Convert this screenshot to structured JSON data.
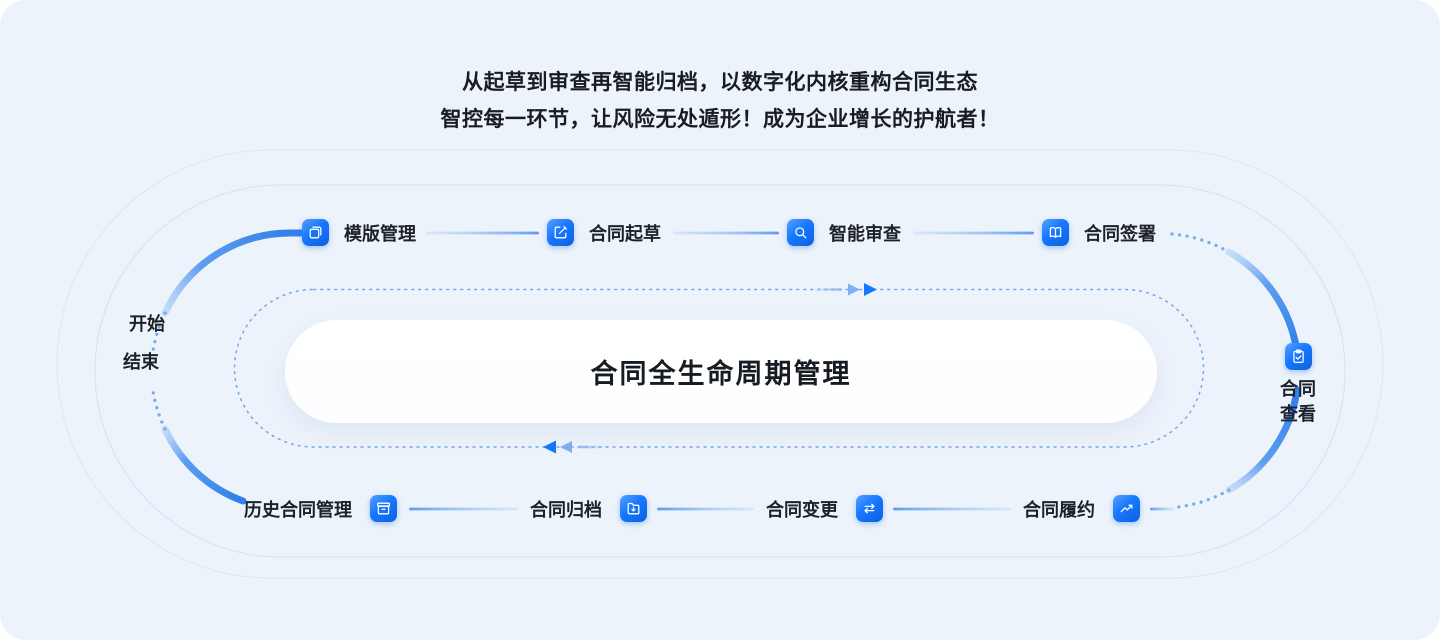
{
  "header": {
    "line1": "从起草到审查再智能归档，以数字化内核重构合同生态",
    "line2": "智控每一环节，让风险无处遁形！成为企业增长的护航者！"
  },
  "diagram": {
    "center_label": "合同全生命周期管理",
    "start_label": "开始",
    "end_label": "结束",
    "top_nodes": [
      {
        "label": "模版管理",
        "icon": "template-icon"
      },
      {
        "label": "合同起草",
        "icon": "draft-icon"
      },
      {
        "label": "智能审查",
        "icon": "review-icon"
      },
      {
        "label": "合同签署",
        "icon": "sign-icon"
      }
    ],
    "right_node": {
      "line1": "合同",
      "line2": "查看",
      "icon": "view-icon"
    },
    "bottom_nodes": [
      {
        "label": "历史合同管理",
        "icon": "history-icon"
      },
      {
        "label": "合同归档",
        "icon": "archive-icon"
      },
      {
        "label": "合同变更",
        "icon": "change-icon"
      },
      {
        "label": "合同履约",
        "icon": "performance-icon"
      }
    ],
    "colors": {
      "accent": "#1677ff",
      "track_strong": "#2e7fe9",
      "track_light": "#a9ccf6",
      "dashed_loop": "#4a8fe6",
      "background": "#EDF3FB"
    }
  }
}
